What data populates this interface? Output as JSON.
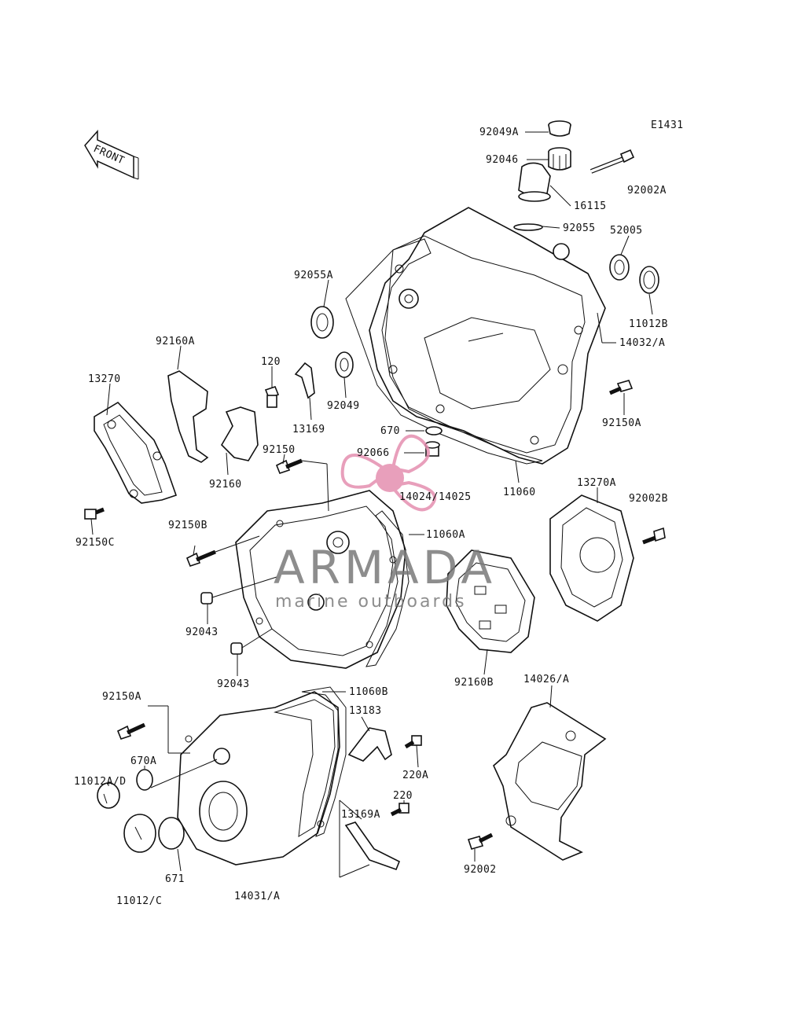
{
  "diagram_code": "E1431",
  "front_label": "FRONT",
  "watermark": {
    "title": "ARMADA",
    "subtitle": "marine outboards",
    "accent_color": "#e58fb0",
    "text_color": "#7a7a7a"
  },
  "parts": [
    {
      "id": "p92049A",
      "label": "92049A"
    },
    {
      "id": "p92046",
      "label": "92046"
    },
    {
      "id": "p92002A",
      "label": "92002A"
    },
    {
      "id": "p16115",
      "label": "16115"
    },
    {
      "id": "p92055",
      "label": "92055"
    },
    {
      "id": "p52005",
      "label": "52005"
    },
    {
      "id": "p92055A",
      "label": "92055A"
    },
    {
      "id": "p11012B",
      "label": "11012B"
    },
    {
      "id": "p14032A",
      "label": "14032/A"
    },
    {
      "id": "p92160A",
      "label": "92160A"
    },
    {
      "id": "p120",
      "label": "120"
    },
    {
      "id": "p13270",
      "label": "13270"
    },
    {
      "id": "p92049",
      "label": "92049"
    },
    {
      "id": "p13169",
      "label": "13169"
    },
    {
      "id": "p92150A_top",
      "label": "92150A"
    },
    {
      "id": "p670",
      "label": "670"
    },
    {
      "id": "p92066",
      "label": "92066"
    },
    {
      "id": "p92150",
      "label": "92150"
    },
    {
      "id": "p92160",
      "label": "92160"
    },
    {
      "id": "p14024",
      "label": "14024/14025"
    },
    {
      "id": "p11060",
      "label": "11060"
    },
    {
      "id": "p13270A",
      "label": "13270A"
    },
    {
      "id": "p92002B",
      "label": "92002B"
    },
    {
      "id": "p92150C",
      "label": "92150C"
    },
    {
      "id": "p92150B",
      "label": "92150B"
    },
    {
      "id": "p11060A",
      "label": "11060A"
    },
    {
      "id": "p92043a",
      "label": "92043"
    },
    {
      "id": "p92043b",
      "label": "92043"
    },
    {
      "id": "p92160B",
      "label": "92160B"
    },
    {
      "id": "p14026A",
      "label": "14026/A"
    },
    {
      "id": "p92150A_bot",
      "label": "92150A"
    },
    {
      "id": "p11060B",
      "label": "11060B"
    },
    {
      "id": "p13183",
      "label": "13183"
    },
    {
      "id": "p670A",
      "label": "670A"
    },
    {
      "id": "p220A",
      "label": "220A"
    },
    {
      "id": "p11012AD",
      "label": "11012A/D"
    },
    {
      "id": "p220",
      "label": "220"
    },
    {
      "id": "p13169A",
      "label": "13169A"
    },
    {
      "id": "p671",
      "label": "671"
    },
    {
      "id": "p92002",
      "label": "92002"
    },
    {
      "id": "p11012C",
      "label": "11012/C"
    },
    {
      "id": "p14031A",
      "label": "14031/A"
    }
  ]
}
